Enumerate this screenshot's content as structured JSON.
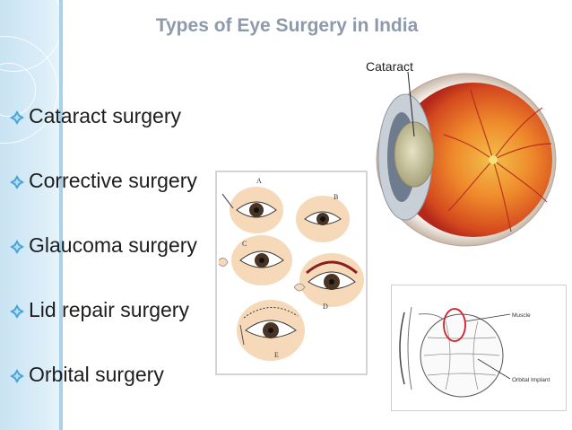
{
  "slide": {
    "title": "Types of Eye Surgery in India"
  },
  "bullets": [
    {
      "label": "Cataract surgery"
    },
    {
      "label": "Corrective surgery"
    },
    {
      "label": "Glaucoma surgery"
    },
    {
      "label": "Lid repair surgery"
    },
    {
      "label": "Orbital surgery"
    }
  ],
  "cataract_figure": {
    "label": "Cataract"
  },
  "lid_figure": {
    "letters": [
      "A",
      "B",
      "C",
      "D",
      "E"
    ]
  },
  "orbital_figure": {
    "muscle_label": "Muscle",
    "implant_label": "Orbital Implant"
  },
  "colors": {
    "band": "#c9e3f3",
    "title": "#8e9aab",
    "bullet_diamond": "#4aa6d8",
    "skin": "#f6d9b8",
    "muscle_circle": "#d0202a"
  }
}
